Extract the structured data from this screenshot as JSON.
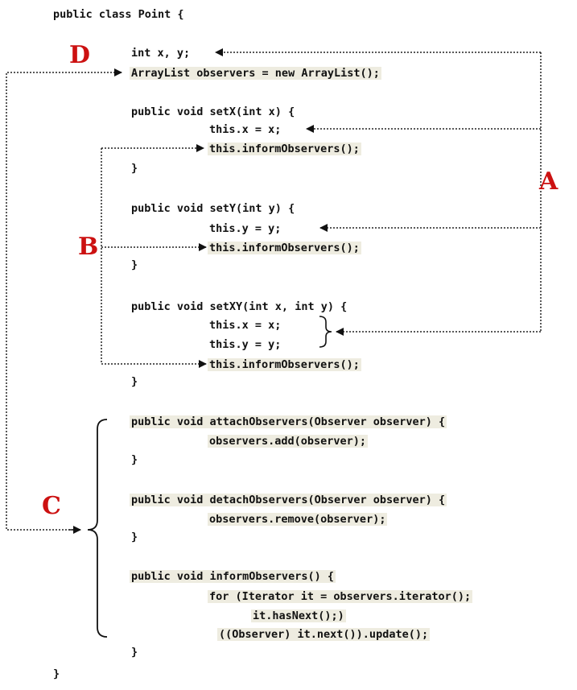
{
  "code_lines": [
    {
      "id": "class-decl",
      "text": "public class Point {",
      "hl": false
    },
    {
      "id": "field-xy",
      "text": "int x, y;",
      "hl": false
    },
    {
      "id": "field-observers",
      "text": "ArrayList observers = new ArrayList();",
      "hl": true
    },
    {
      "id": "setx-sig",
      "text": "public void setX(int x) {",
      "hl": false
    },
    {
      "id": "setx-assign",
      "text": "this.x = x;",
      "hl": false
    },
    {
      "id": "setx-inform",
      "text": "this.informObservers();",
      "hl": true
    },
    {
      "id": "setx-close",
      "text": "}",
      "hl": false
    },
    {
      "id": "sety-sig",
      "text": "public void setY(int y) {",
      "hl": false
    },
    {
      "id": "sety-assign",
      "text": "this.y = y;",
      "hl": false
    },
    {
      "id": "sety-inform",
      "text": "this.informObservers();",
      "hl": true
    },
    {
      "id": "sety-close",
      "text": "}",
      "hl": false
    },
    {
      "id": "setxy-sig",
      "text": "public void setXY(int x, int y) {",
      "hl": false
    },
    {
      "id": "setxy-assign-x",
      "text": "this.x = x;",
      "hl": false
    },
    {
      "id": "setxy-assign-y",
      "text": "this.y = y;",
      "hl": false
    },
    {
      "id": "setxy-inform",
      "text": "this.informObservers();",
      "hl": true
    },
    {
      "id": "setxy-close",
      "text": "}",
      "hl": false
    },
    {
      "id": "attach-sig",
      "text": "public void attachObservers(Observer observer) {",
      "hl": true
    },
    {
      "id": "attach-body",
      "text": "observers.add(observer);",
      "hl": true
    },
    {
      "id": "attach-close",
      "text": "}",
      "hl": false
    },
    {
      "id": "detach-sig",
      "text": "public void detachObservers(Observer observer) {",
      "hl": true
    },
    {
      "id": "detach-body",
      "text": "observers.remove(observer);",
      "hl": true
    },
    {
      "id": "detach-close",
      "text": "}",
      "hl": false
    },
    {
      "id": "inform-sig",
      "text": "public void informObservers() {",
      "hl": true
    },
    {
      "id": "inform-for",
      "text": "for (Iterator it = observers.iterator();",
      "hl": true
    },
    {
      "id": "inform-cond",
      "text": "it.hasNext();)",
      "hl": true
    },
    {
      "id": "inform-update",
      "text": "((Observer) it.next()).update();",
      "hl": true
    },
    {
      "id": "inform-close",
      "text": "}",
      "hl": false
    },
    {
      "id": "class-close",
      "text": "}",
      "hl": false
    }
  ],
  "labels": {
    "a": "A",
    "b": "B",
    "c": "C",
    "d": "D"
  },
  "colors": {
    "label": "#cc1111",
    "highlight": "#eeece0",
    "text": "#111111",
    "connector": "#222222"
  }
}
